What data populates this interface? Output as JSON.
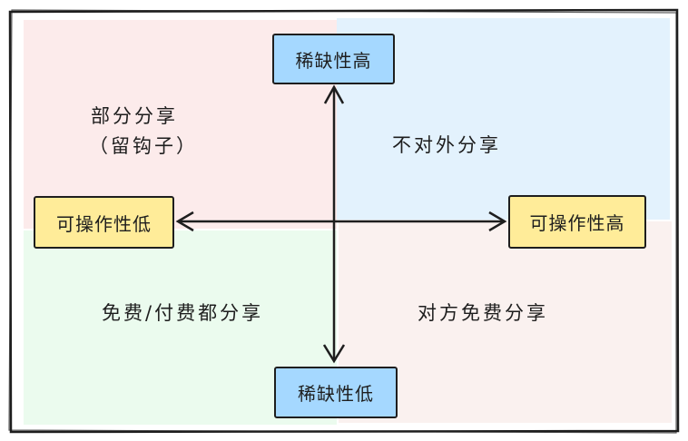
{
  "quadrants": {
    "top_left": {
      "line1": "部分分享",
      "line2": "（留钩子）",
      "fill": "#fcebeb"
    },
    "top_right": {
      "text": "不对外分享",
      "fill": "#e3f2fd"
    },
    "bottom_left": {
      "text": "免费/付费都分享",
      "fill": "#ebfbee"
    },
    "bottom_right": {
      "text": "对方免费分享",
      "fill": "#faf1ef"
    }
  },
  "axes": {
    "top": {
      "label": "稀缺性高",
      "color": "#a5d8ff"
    },
    "bottom": {
      "label": "稀缺性低",
      "color": "#a5d8ff"
    },
    "left": {
      "label": "可操作性低",
      "color": "#ffec99"
    },
    "right": {
      "label": "可操作性高",
      "color": "#ffec99"
    }
  }
}
